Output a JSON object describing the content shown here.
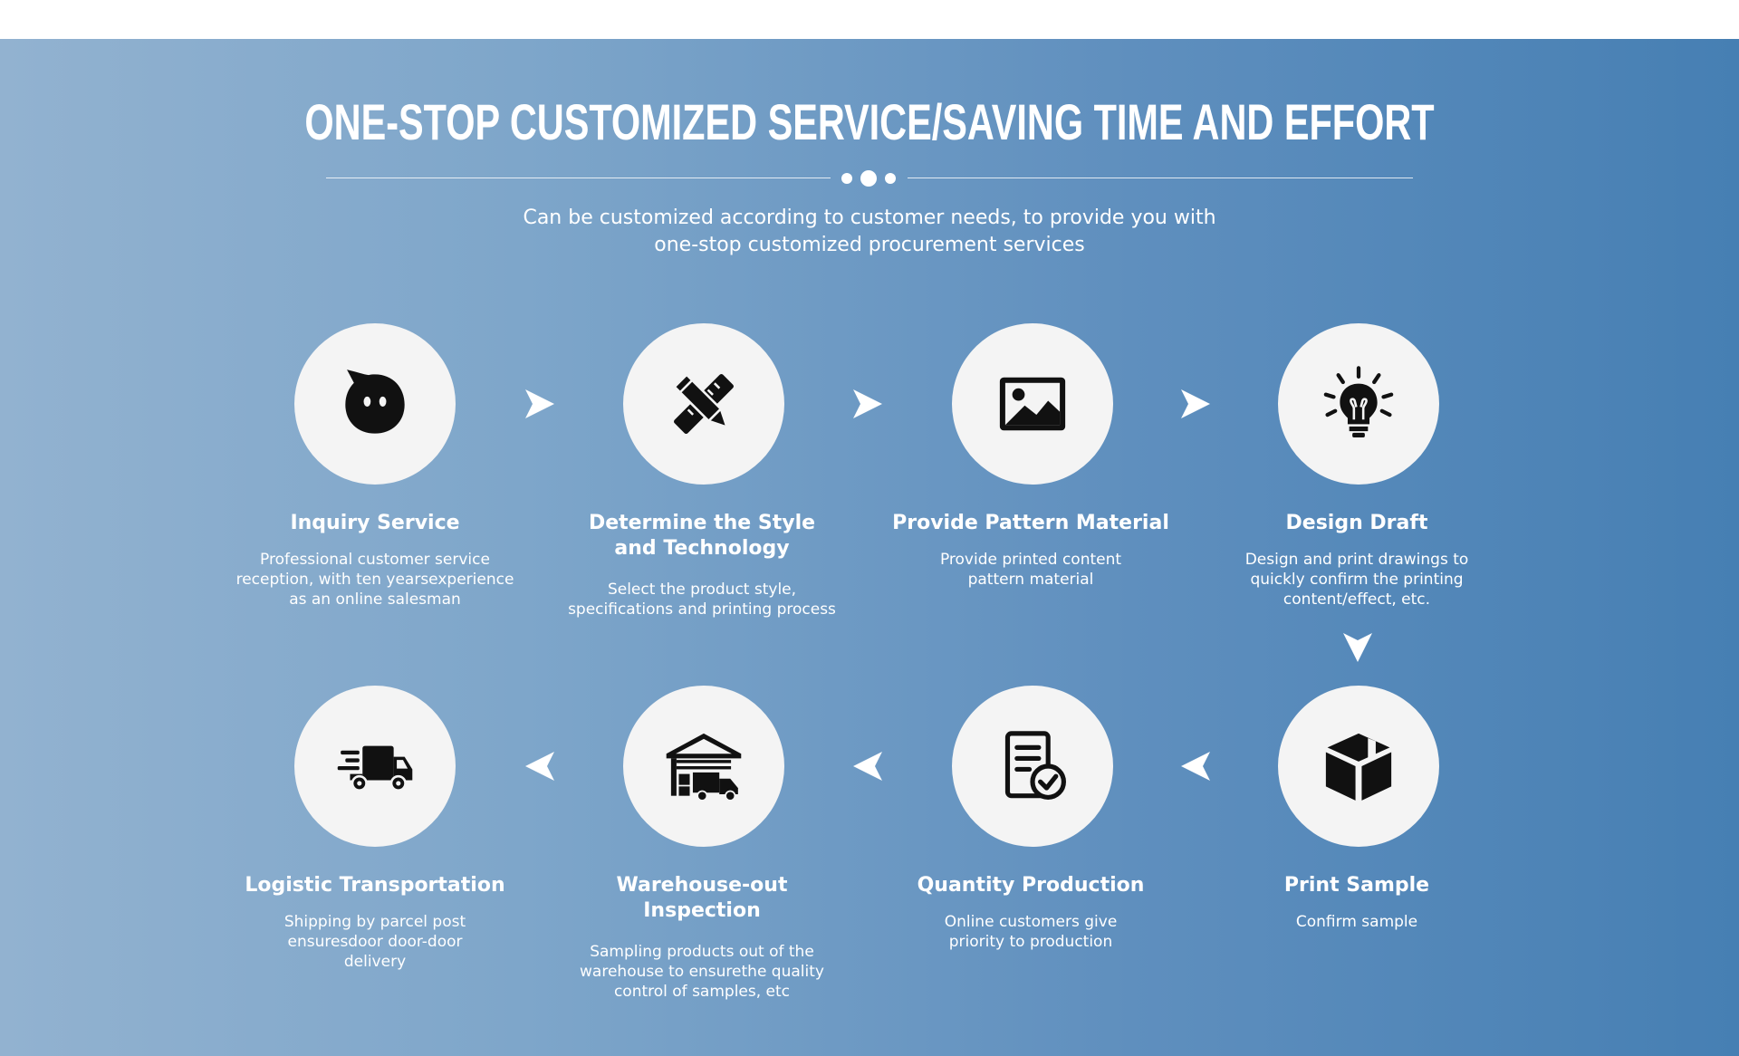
{
  "header": {
    "title": "ONE-STOP CUSTOMIZED SERVICE/SAVING TIME AND EFFORT",
    "subtitle_line1": "Can be customized according to customer needs, to provide you with",
    "subtitle_line2": "one-stop customized procurement services"
  },
  "colors": {
    "background_left": "#92b2d0",
    "background_right": "#467fb3",
    "circle": "#f4f4f4",
    "text": "#ffffff",
    "icon": "#111111"
  },
  "steps": [
    {
      "icon": "chat-bubble-icon",
      "title": "Inquiry Service",
      "desc": "Professional customer service\nreception, with ten yearsexperience\nas an online salesman"
    },
    {
      "icon": "pencil-ruler-icon",
      "title": "Determine the Style\nand Technology",
      "desc": "Select the product style,\nspecifications and printing process"
    },
    {
      "icon": "image-icon",
      "title": "Provide Pattern Material",
      "desc": "Provide printed content\npattern material"
    },
    {
      "icon": "lightbulb-icon",
      "title": "Design Draft",
      "desc": "Design and print drawings to\nquickly confirm the printing\ncontent/effect, etc."
    },
    {
      "icon": "package-box-icon",
      "title": "Print Sample",
      "desc": "Confirm sample"
    },
    {
      "icon": "document-check-icon",
      "title": "Quantity Production",
      "desc": "Online customers give\npriority to production"
    },
    {
      "icon": "warehouse-truck-icon",
      "title": "Warehouse-out\nInspection",
      "desc": "Sampling products out of the\nwarehouse to ensurethe quality\ncontrol of samples, etc"
    },
    {
      "icon": "delivery-truck-icon",
      "title": "Logistic Transportation",
      "desc": "Shipping by parcel post\nensuresdoor door-door\ndelivery"
    }
  ]
}
